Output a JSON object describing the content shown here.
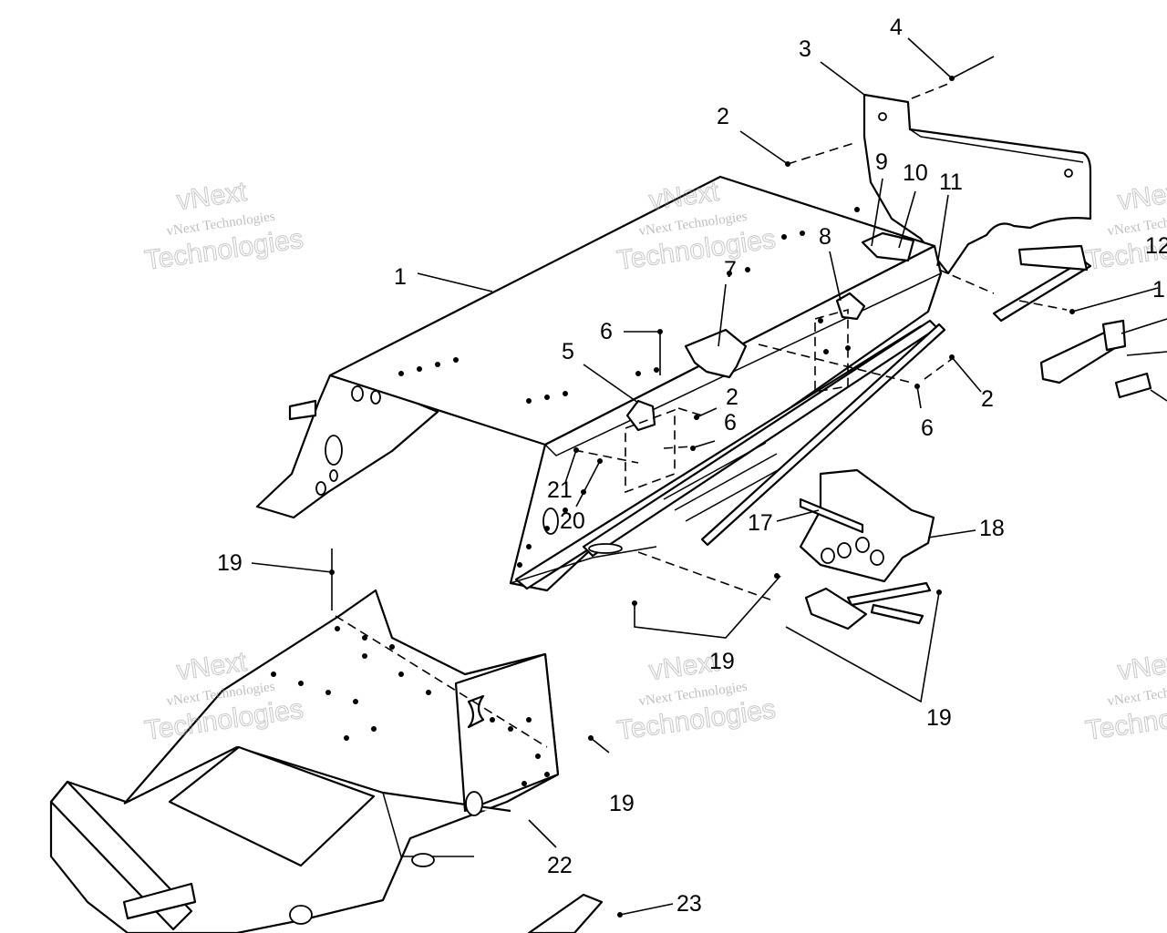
{
  "diagram": {
    "callouts": [
      {
        "id": "c1",
        "text": "1"
      },
      {
        "id": "c2a",
        "text": "2"
      },
      {
        "id": "c2b",
        "text": "2"
      },
      {
        "id": "c2c",
        "text": "2"
      },
      {
        "id": "c3",
        "text": "3"
      },
      {
        "id": "c4",
        "text": "4"
      },
      {
        "id": "c5",
        "text": "5"
      },
      {
        "id": "c6a",
        "text": "6"
      },
      {
        "id": "c6b",
        "text": "6"
      },
      {
        "id": "c6c",
        "text": "6"
      },
      {
        "id": "c7",
        "text": "7"
      },
      {
        "id": "c8",
        "text": "8"
      },
      {
        "id": "c9",
        "text": "9"
      },
      {
        "id": "c10",
        "text": "10"
      },
      {
        "id": "c11",
        "text": "11"
      },
      {
        "id": "c12",
        "text": "12"
      },
      {
        "id": "c13",
        "text": "1"
      },
      {
        "id": "c17",
        "text": "17"
      },
      {
        "id": "c18",
        "text": "18"
      },
      {
        "id": "c19a",
        "text": "19"
      },
      {
        "id": "c19b",
        "text": "19"
      },
      {
        "id": "c19c",
        "text": "19"
      },
      {
        "id": "c19d",
        "text": "19"
      },
      {
        "id": "c20",
        "text": "20"
      },
      {
        "id": "c21",
        "text": "21"
      },
      {
        "id": "c22",
        "text": "22"
      },
      {
        "id": "c23",
        "text": "23"
      }
    ]
  },
  "watermark": {
    "line1": "vNext Technologies",
    "line2": "vNext",
    "line3": "Technologies"
  }
}
